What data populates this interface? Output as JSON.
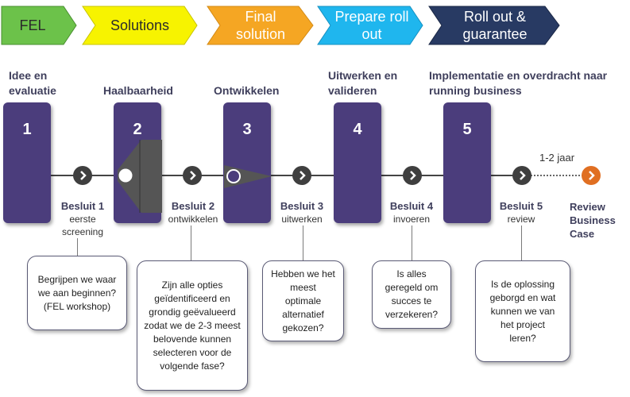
{
  "phases": [
    {
      "label": "FEL",
      "fill": "#6cc24a",
      "text_color": "#2b2b2b"
    },
    {
      "label": "Solutions",
      "fill": "#f7f300",
      "text_color": "#2b2b2b"
    },
    {
      "label": "Final solution",
      "fill": "#f5a623",
      "text_color": "#ffffff"
    },
    {
      "label": "Prepare roll out",
      "fill": "#1fb6ee",
      "text_color": "#ffffff"
    },
    {
      "label": "Roll out & guarantee",
      "fill": "#283a63",
      "text_color": "#ffffff"
    }
  ],
  "stages": [
    {
      "title": "Idee en evaluatie",
      "number": "1"
    },
    {
      "title": "Haalbaarheid",
      "number": "2"
    },
    {
      "title": "Ontwikkelen",
      "number": "3"
    },
    {
      "title": "Uitwerken en valideren",
      "number": "4"
    },
    {
      "title": "Implementatie en overdracht naar running business",
      "number": "5"
    }
  ],
  "decisions": [
    {
      "title": "Besluit 1",
      "subtitle": "eerste screening"
    },
    {
      "title": "Besluit 2",
      "subtitle": "ontwikkelen"
    },
    {
      "title": "Besluit 3",
      "subtitle": "uitwerken"
    },
    {
      "title": "Besluit 4",
      "subtitle": "invoeren"
    },
    {
      "title": "Besluit 5",
      "subtitle": "review"
    }
  ],
  "duration_label": "1-2 jaar",
  "review_label": "Review Business Case",
  "questions": [
    "Begrijpen we waar we aan beginnen? (FEL workshop)",
    "Zijn alle opties geïdentificeerd en grondig geëvalueerd zodat we de 2-3 meest belovende kunnen selecteren voor de volgende fase?",
    "Hebben we het meest optimale alternatief gekozen?",
    "Is alles geregeld om succes te verzekeren?",
    "Is de oplossing geborgd en wat kunnen we van het project leren?"
  ],
  "colors": {
    "stage_fill": "#4b3d7c",
    "connector": "#3f3f3f",
    "review_connector": "#e06f22"
  }
}
